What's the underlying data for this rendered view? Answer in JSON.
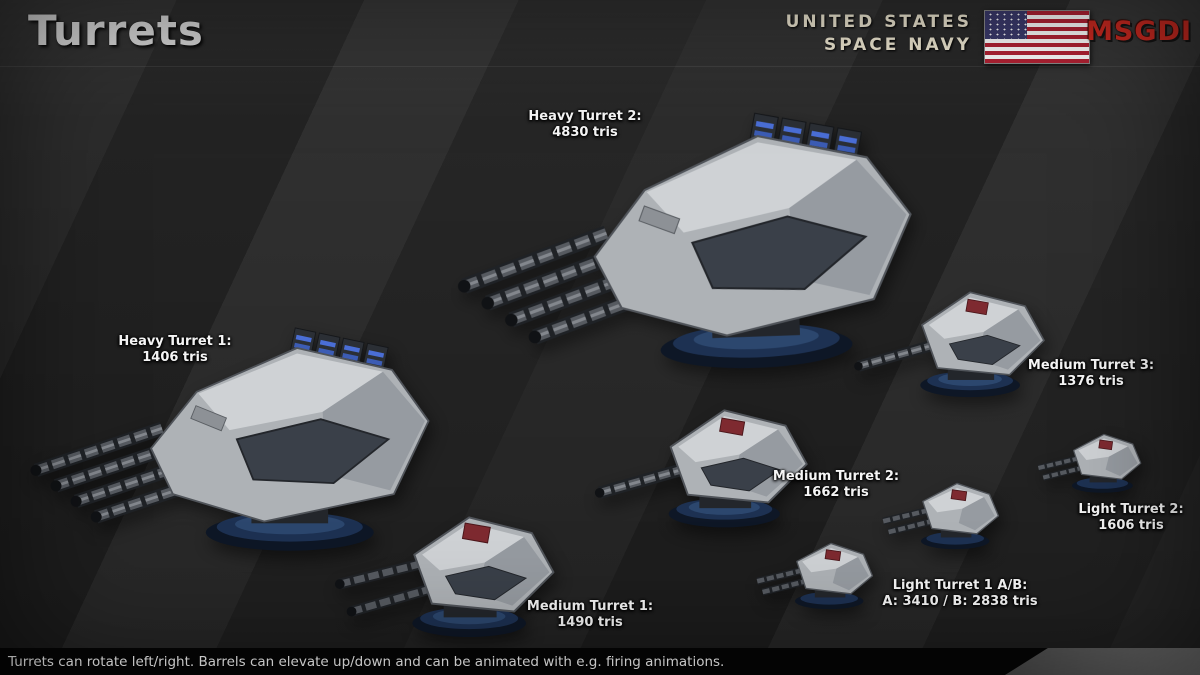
{
  "header": {
    "title": "Turrets",
    "org": {
      "line1": "UNITED STATES",
      "line2": "SPACE NAVY"
    },
    "brand": "MSGDI"
  },
  "turrets": [
    {
      "id": "heavy-turret-2",
      "name": "Heavy Turret 2:",
      "tris": "4830 tris"
    },
    {
      "id": "heavy-turret-1",
      "name": "Heavy Turret 1:",
      "tris": "1406 tris"
    },
    {
      "id": "medium-turret-3",
      "name": "Medium Turret 3:",
      "tris": "1376 tris"
    },
    {
      "id": "medium-turret-2",
      "name": "Medium Turret 2:",
      "tris": "1662 tris"
    },
    {
      "id": "light-turret-2",
      "name": "Light Turret 2:",
      "tris": "1606 tris"
    },
    {
      "id": "medium-turret-1",
      "name": "Medium Turret 1:",
      "tris": "1490 tris"
    },
    {
      "id": "light-turret-1",
      "name": "Light Turret 1 A/B:",
      "tris": "A: 3410 / B: 2838 tris"
    }
  ],
  "footer": {
    "note": "Turrets can rotate left/right. Barrels can elevate up/down and can be animated with e.g. firing animations."
  },
  "colors": {
    "background": "#262626",
    "brand_red": "#cd2a21",
    "label_text": "#f5f5f5",
    "flag_blue": "#3c3b6e",
    "flag_red": "#b22234",
    "turret_hull": "#aeb2b6",
    "turret_glow_blue": "#2c476e",
    "accent_stripe_blue": "#4a6ed6",
    "marking_red": "#7e2a30"
  }
}
